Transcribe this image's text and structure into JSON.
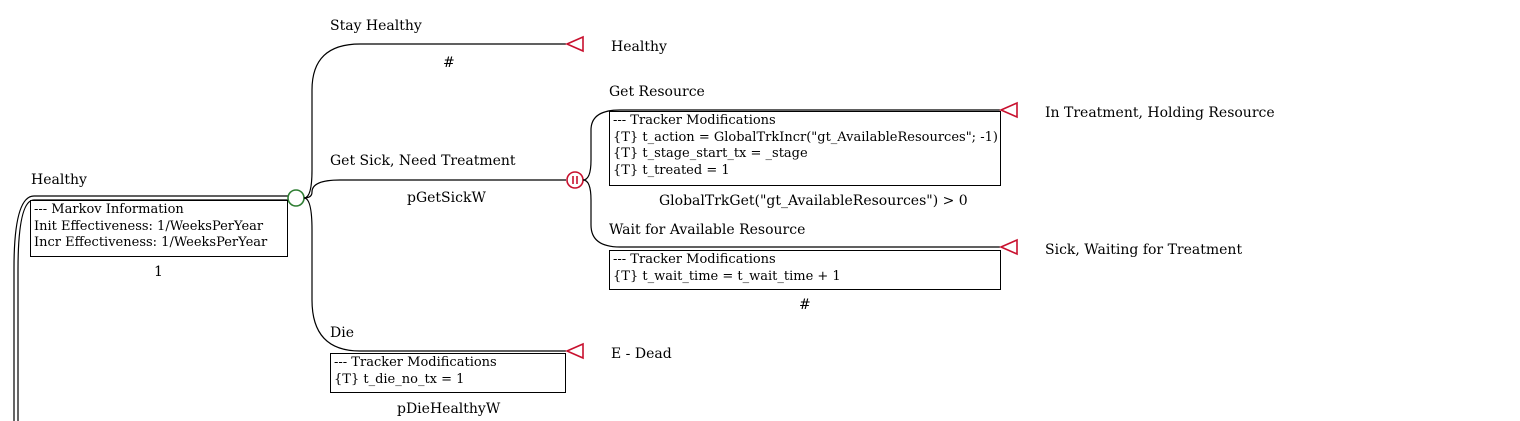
{
  "colors": {
    "terminal": "#c8102e",
    "chance": "#2e7d32",
    "markov": "#c8102e",
    "line": "#000000"
  },
  "root": {
    "label": "Healthy",
    "markov_box": {
      "lines": [
        "--- Markov Information",
        "Init Effectiveness: 1/WeeksPerYear",
        "Incr Effectiveness: 1/WeeksPerYear"
      ]
    },
    "probability": "1"
  },
  "stay_healthy": {
    "label": "Stay Healthy",
    "probability": "#",
    "terminal": "Healthy"
  },
  "get_sick": {
    "label": "Get Sick, Need Treatment",
    "probability": "pGetSickW",
    "get_resource": {
      "label": "Get Resource",
      "tracker": {
        "lines": [
          "--- Tracker Modifications",
          "{T} t_action = GlobalTrkIncr(\"gt_AvailableResources\"; -1)",
          "{T} t_stage_start_tx = _stage",
          "{T} t_treated = 1"
        ]
      },
      "probability": "GlobalTrkGet(\"gt_AvailableResources\") > 0",
      "terminal": "In Treatment, Holding Resource"
    },
    "wait_resource": {
      "label": "Wait for Available Resource",
      "tracker": {
        "lines": [
          "--- Tracker Modifications",
          "{T} t_wait_time = t_wait_time + 1"
        ]
      },
      "probability": "#",
      "terminal": "Sick, Waiting for Treatment"
    }
  },
  "die": {
    "label": "Die",
    "tracker": {
      "lines": [
        "--- Tracker Modifications",
        "{T} t_die_no_tx = 1"
      ]
    },
    "probability": "pDieHealthyW",
    "terminal": "E - Dead"
  }
}
